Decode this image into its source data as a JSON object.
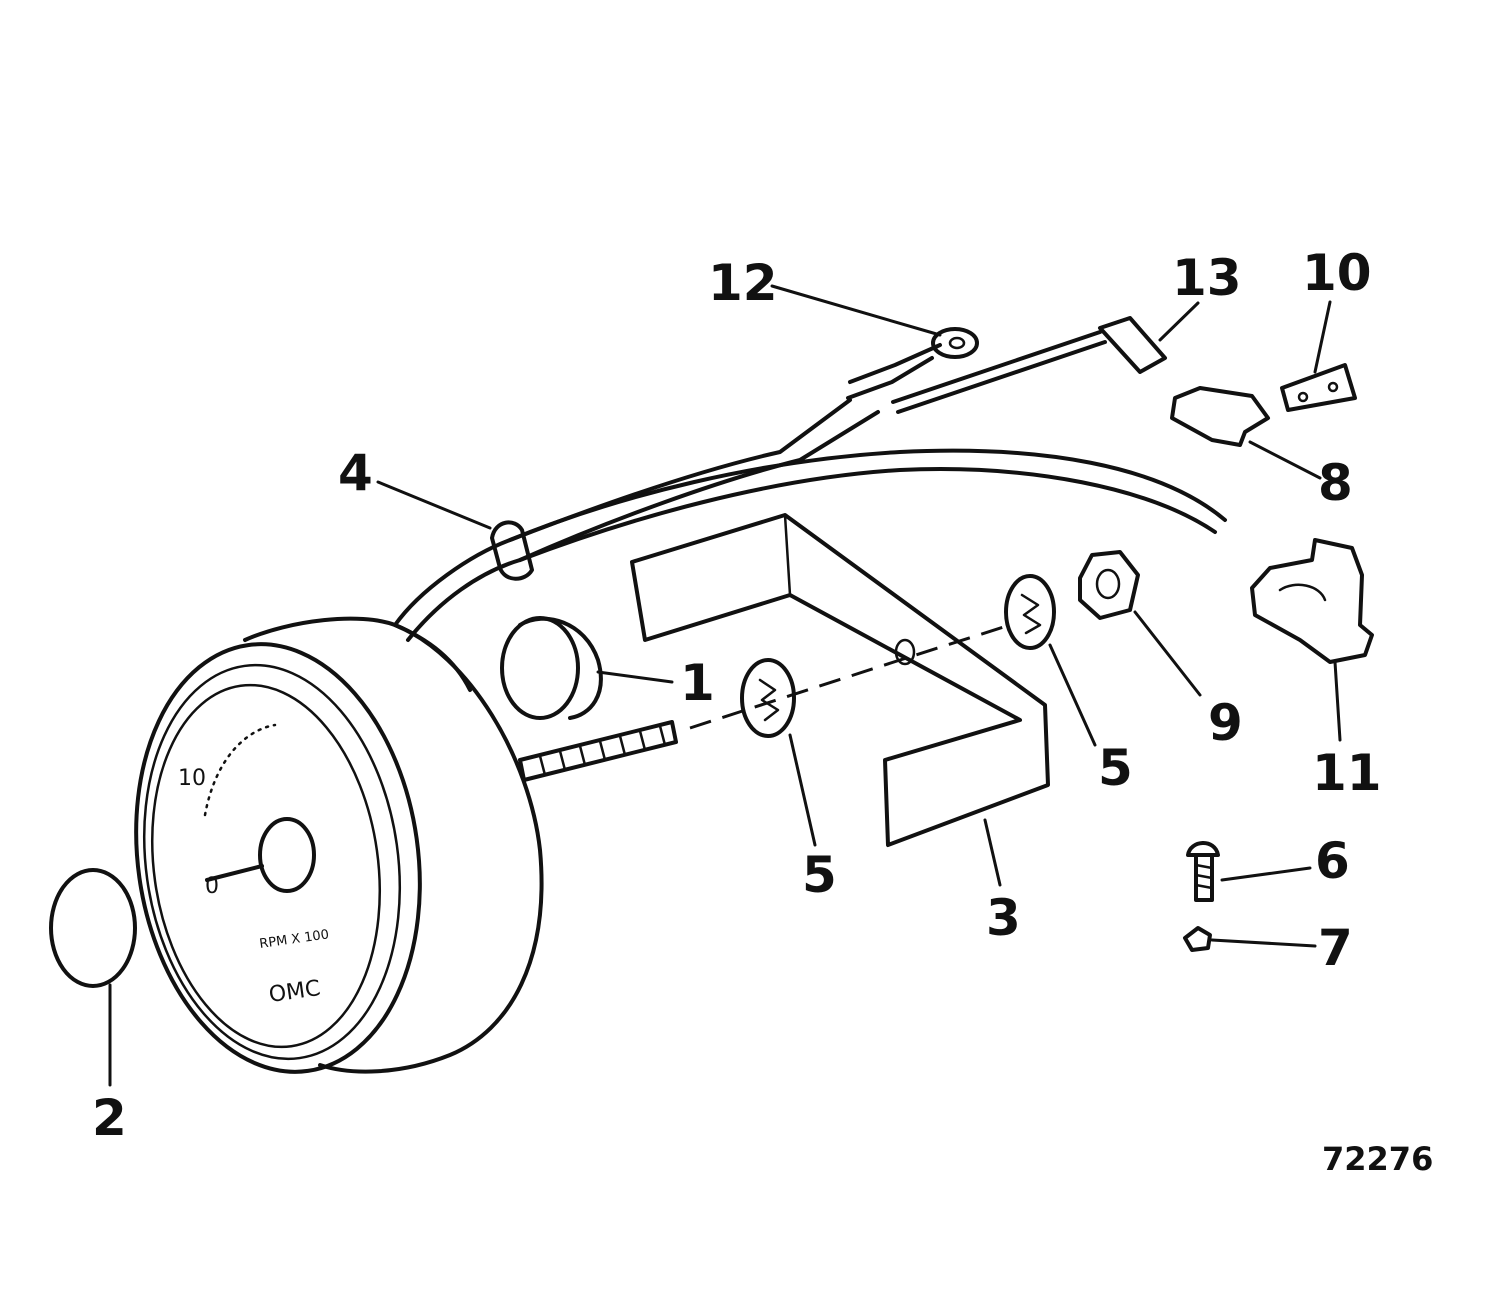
{
  "diagram": {
    "figure_number": "72276",
    "callouts": [
      "1",
      "2",
      "3",
      "4",
      "5",
      "5",
      "6",
      "7",
      "8",
      "9",
      "10",
      "11",
      "12",
      "13"
    ],
    "dial": {
      "scale_labels": [
        "10",
        "0"
      ],
      "units_text": "RPM X 100",
      "brand": "OMC"
    }
  }
}
